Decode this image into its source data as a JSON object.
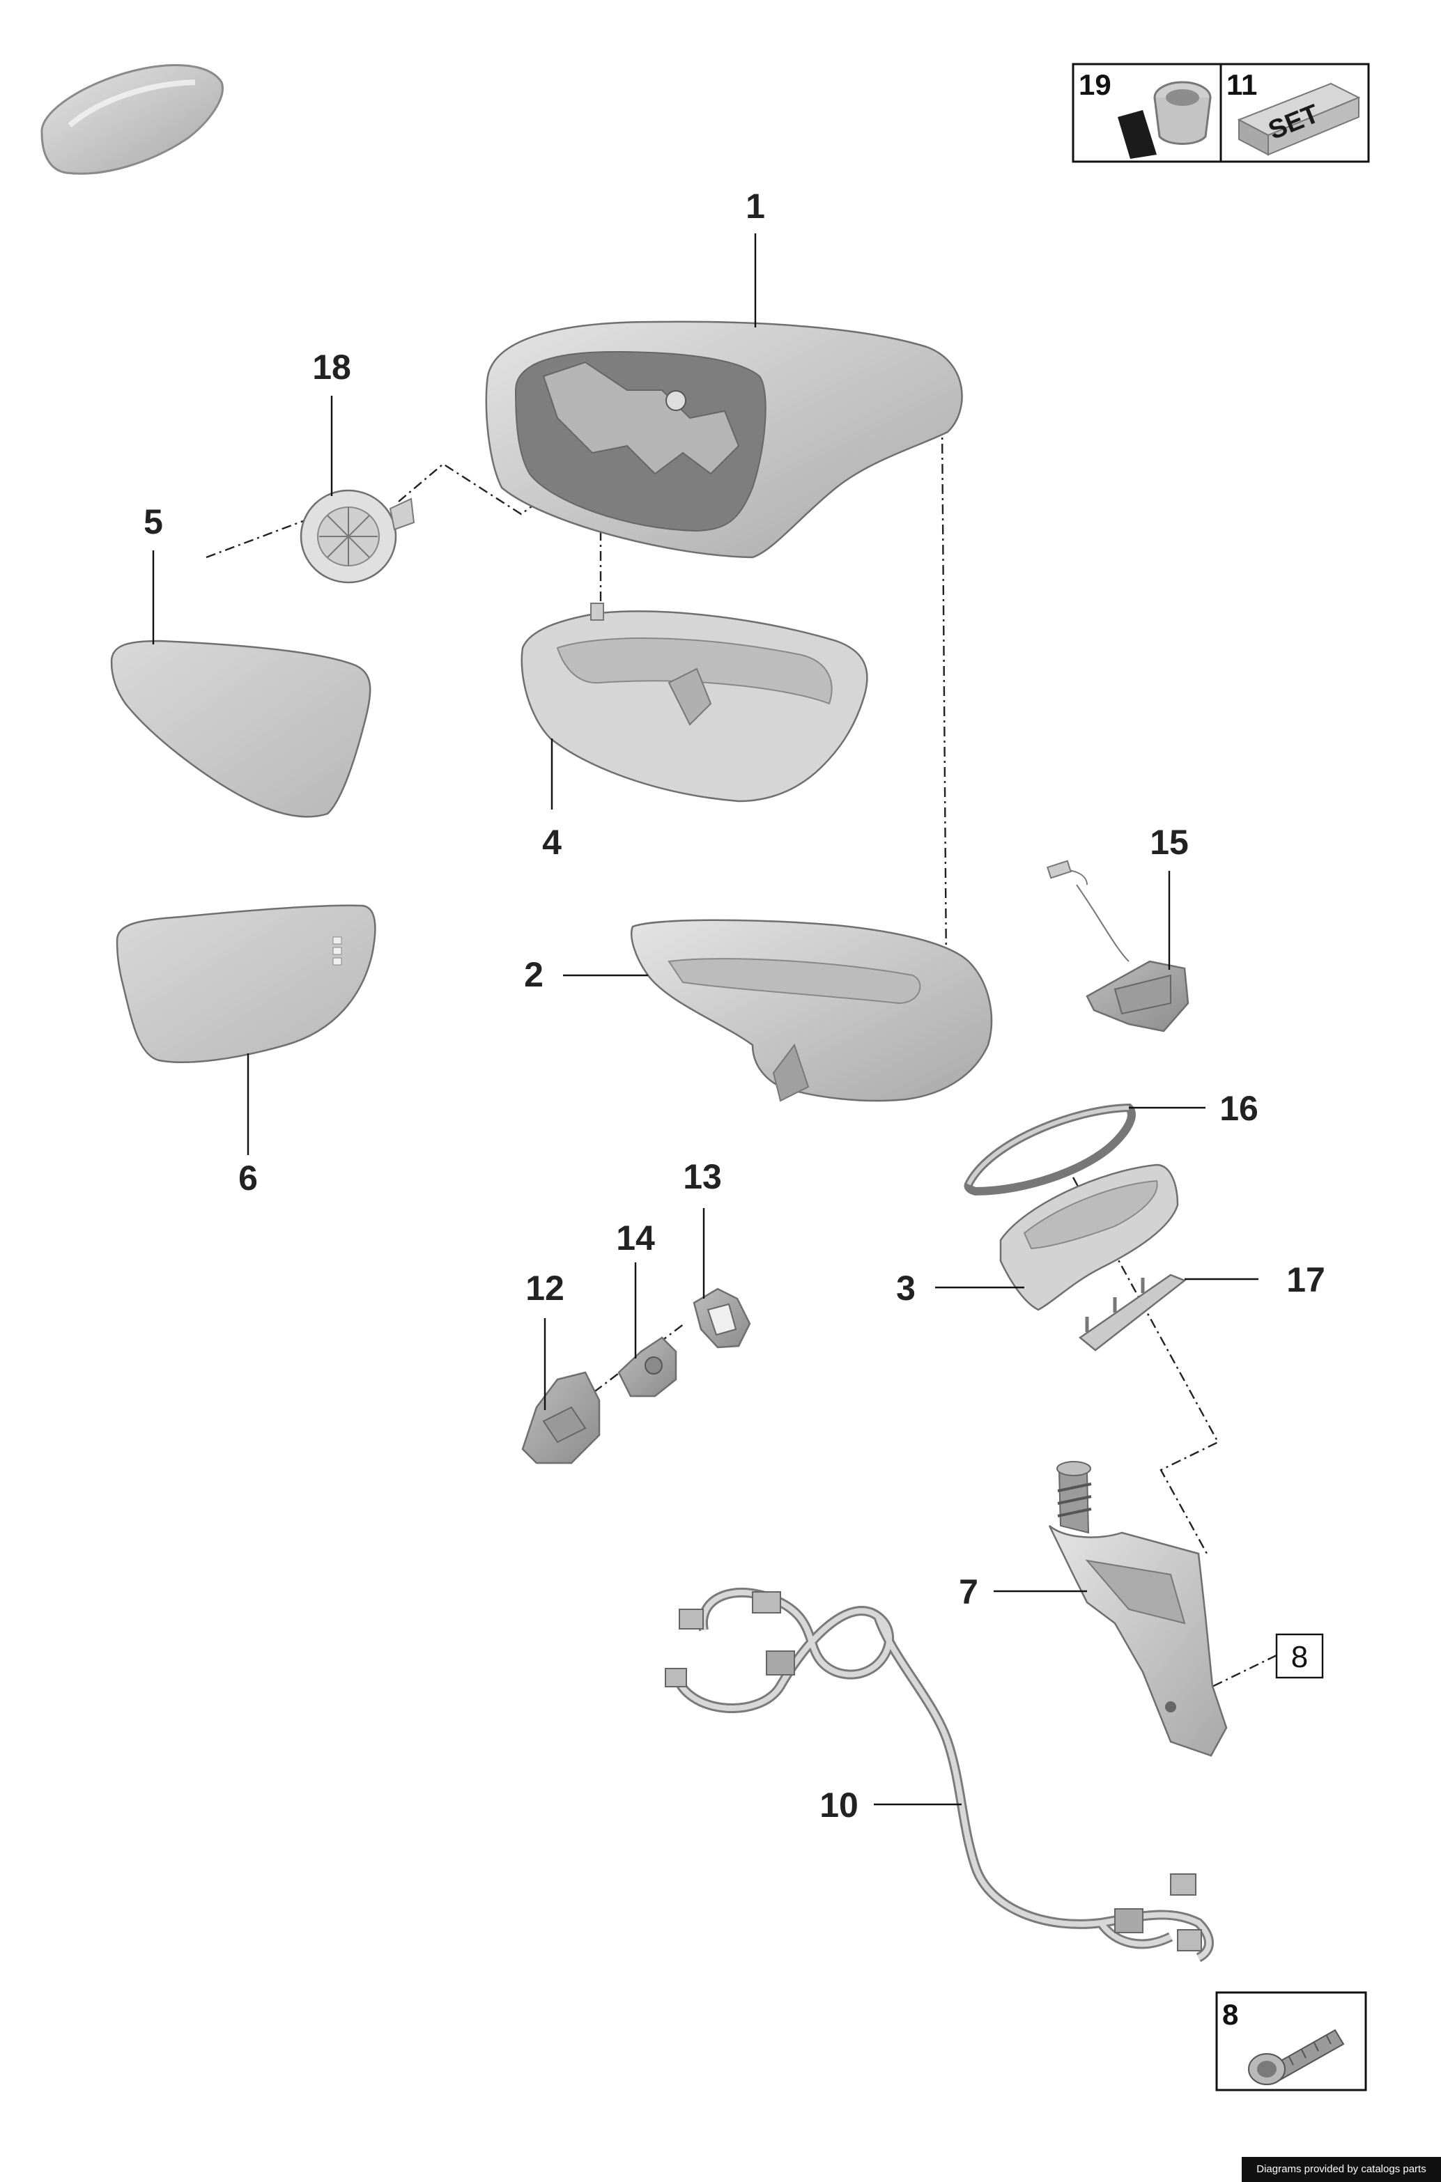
{
  "callouts": {
    "c1": "1",
    "c2": "2",
    "c3": "3",
    "c4": "4",
    "c5": "5",
    "c6": "6",
    "c7": "7",
    "c8": "8",
    "c10": "10",
    "c12": "12",
    "c13": "13",
    "c14": "14",
    "c15": "15",
    "c16": "16",
    "c17": "17",
    "c18": "18"
  },
  "legend_top": {
    "item_a": "19",
    "item_b": "11",
    "set_label": "SET"
  },
  "legend_bottom": {
    "item": "8"
  },
  "credit": "Diagrams provided by catalogs parts"
}
